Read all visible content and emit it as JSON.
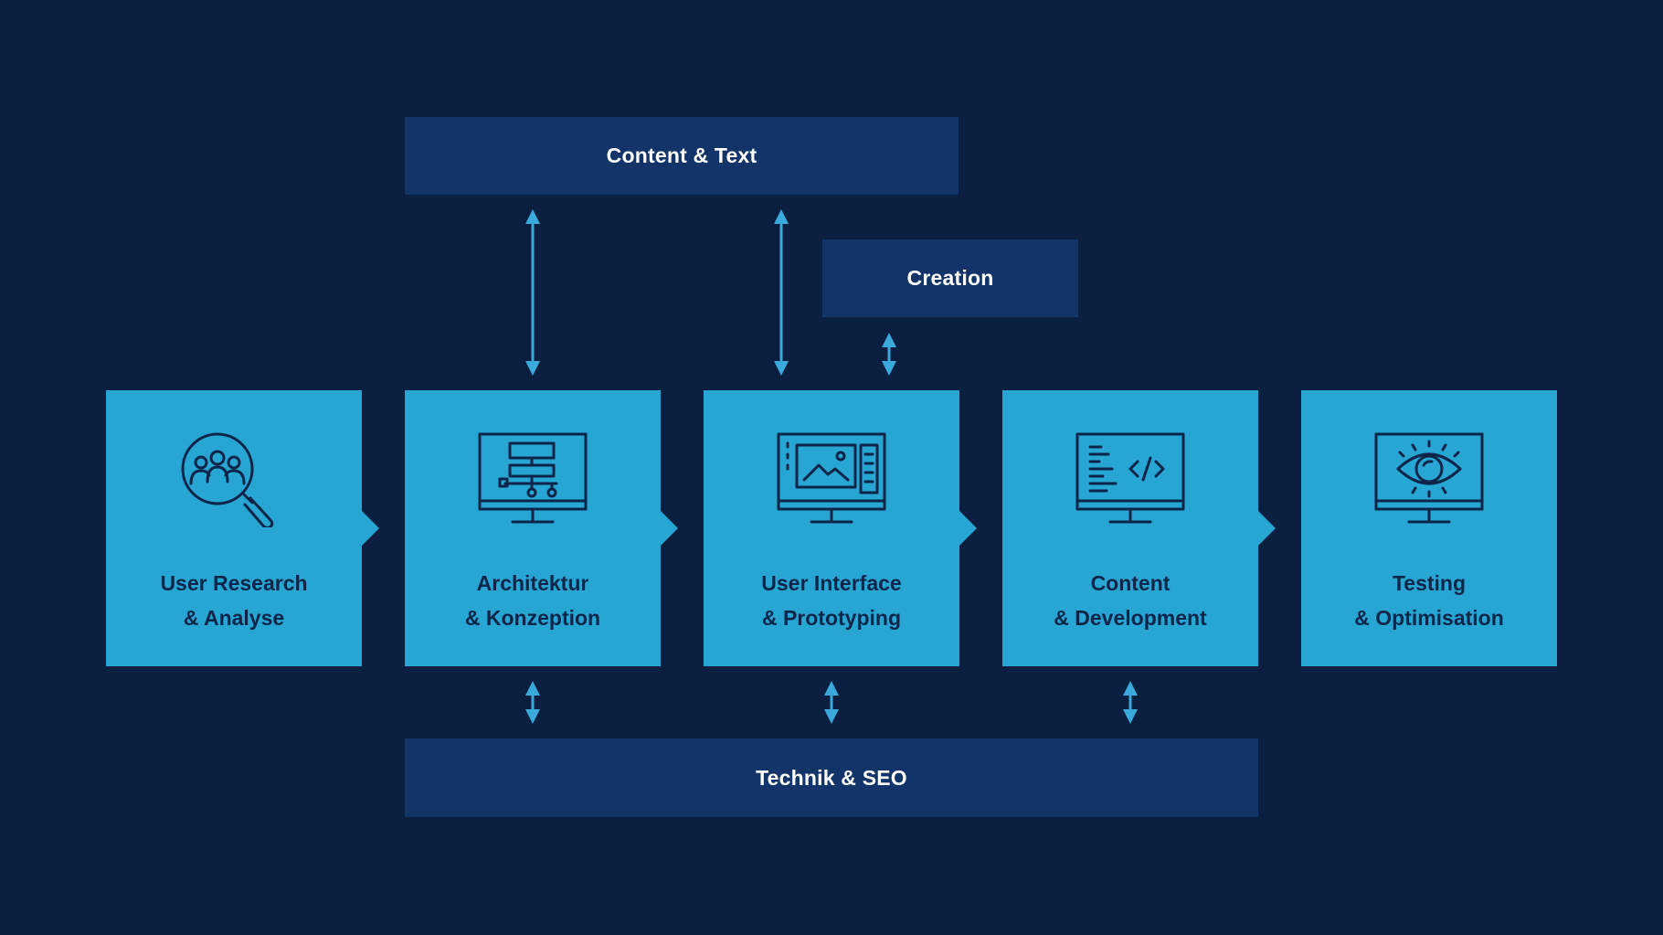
{
  "bars": {
    "content_text": "Content & Text",
    "creation": "Creation",
    "technik_seo": "Technik & SEO"
  },
  "steps": [
    {
      "line1": "User Research",
      "line2": "& Analyse",
      "icon": "users-magnifier-icon"
    },
    {
      "line1": "Architektur",
      "line2": "& Konzeption",
      "icon": "sitemap-monitor-icon"
    },
    {
      "line1": "User Interface",
      "line2": "& Prototyping",
      "icon": "ui-prototype-monitor-icon"
    },
    {
      "line1": "Content",
      "line2": "& Development",
      "icon": "code-monitor-icon"
    },
    {
      "line1": "Testing",
      "line2": "& Optimisation",
      "icon": "eye-monitor-icon"
    }
  ],
  "colors": {
    "background": "#0b1f40",
    "bar": "#123468",
    "step": "#27a6d3",
    "step_text": "#0d2549",
    "arrow": "#3aa9db"
  }
}
